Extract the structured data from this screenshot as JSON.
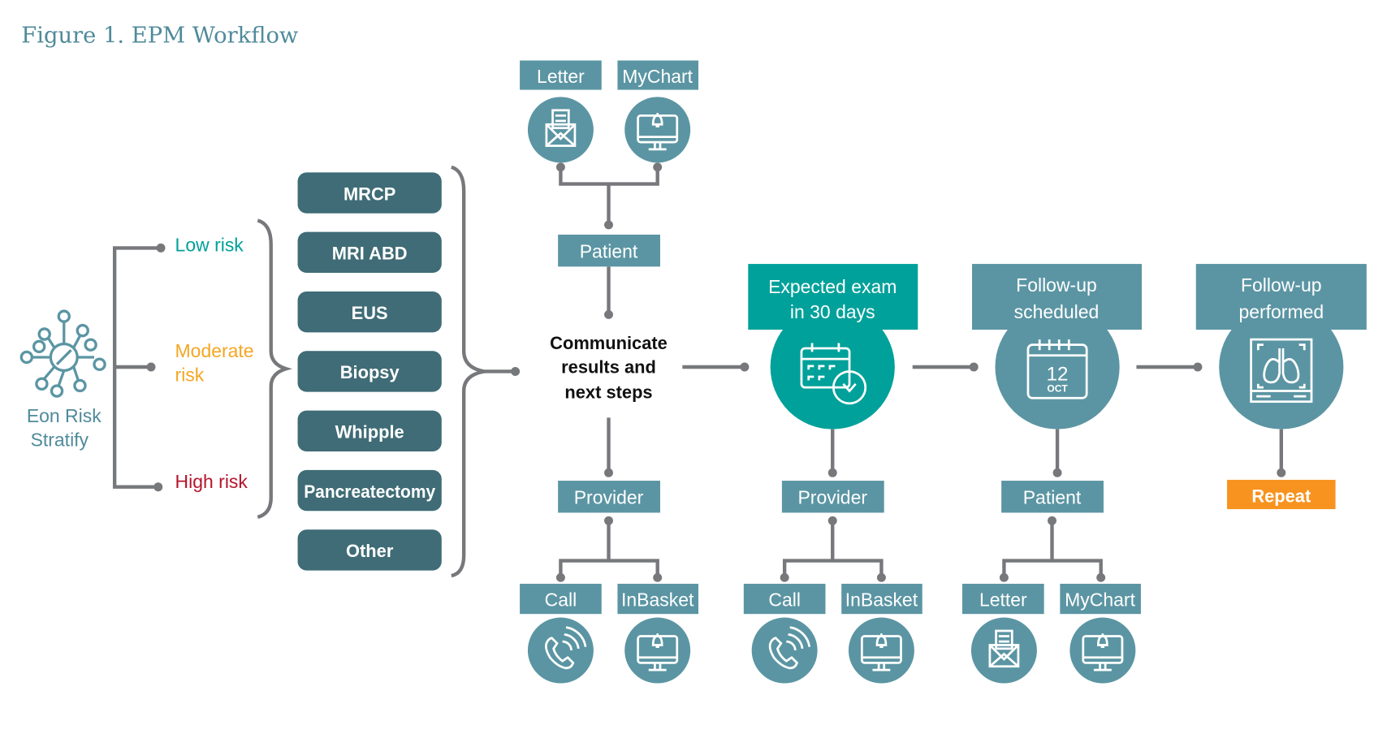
{
  "title": "Figure 1. EPM Workflow",
  "colors": {
    "slate": "#5b95a3",
    "dark": "#3f6c76",
    "teal": "#00a19a",
    "orange": "#f7931e",
    "low": "#00a19a",
    "moderate": "#f5a623",
    "high": "#b5142b",
    "line": "#77787b"
  },
  "hub": {
    "icon": "network-hub-icon",
    "line1": "Eon Risk",
    "line2": "Stratify"
  },
  "risks": {
    "low": "Low risk",
    "moderate1": "Moderate",
    "moderate2": "risk",
    "high": "High risk"
  },
  "procedures": [
    "MRCP",
    "MRI ABD",
    "EUS",
    "Biopsy",
    "Whipple",
    "Pancreatectomy",
    "Other"
  ],
  "communicate": {
    "line1": "Communicate",
    "line2": "results and",
    "line3": "next steps"
  },
  "top_channels": {
    "letter": "Letter",
    "mychart": "MyChart",
    "patient": "Patient"
  },
  "bottom1": {
    "provider": "Provider",
    "call": "Call",
    "inbasket": "InBasket"
  },
  "step1": {
    "line1": "Expected exam",
    "line2": "in 30 days",
    "provider": "Provider",
    "call": "Call",
    "inbasket": "InBasket"
  },
  "step2": {
    "line1": "Follow-up",
    "line2": "scheduled",
    "calendar_day": "12",
    "calendar_month": "OCT",
    "patient": "Patient",
    "letter": "Letter",
    "mychart": "MyChart"
  },
  "step3": {
    "line1": "Follow-up",
    "line2": "performed",
    "repeat": "Repeat"
  }
}
